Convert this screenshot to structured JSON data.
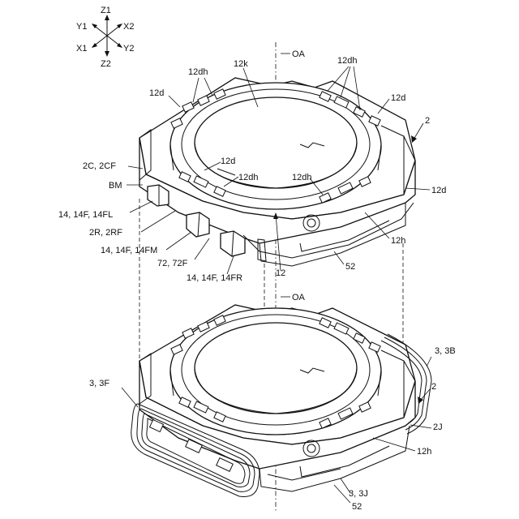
{
  "axes": {
    "z1": "Z1",
    "z2": "Z2",
    "x1": "X1",
    "x2": "X2",
    "y1": "Y1",
    "y2": "Y2"
  },
  "labels": {
    "oa_top": "OA",
    "oa_bottom": "OA",
    "l_12dh_top": "12dh",
    "l_12k": "12k",
    "l_12dh_right": "12dh",
    "l_12d_left": "12d",
    "l_12d_right": "12d",
    "l_2_top": "2",
    "l_2c": "2C, 2CF",
    "l_12d_mid": "12d",
    "l_12dh_mid": "12dh",
    "l_bm": "BM",
    "l_12dh_lower": "12dh",
    "l_12d_lower": "12d",
    "l_14fl": "14, 14F, 14FL",
    "l_2r": "2R, 2RF",
    "l_14fm": "14, 14F, 14FM",
    "l_12h_top": "12h",
    "l_72": "72, 72F",
    "l_12": "12",
    "l_52_top": "52",
    "l_14fr": "14, 14F, 14FR",
    "l_3b": "3, 3B",
    "l_3f": "3, 3F",
    "l_2_bottom": "2",
    "l_2j": "2J",
    "l_12h_bottom": "12h",
    "l_3j": "3, 3J",
    "l_52_bottom": "52"
  }
}
